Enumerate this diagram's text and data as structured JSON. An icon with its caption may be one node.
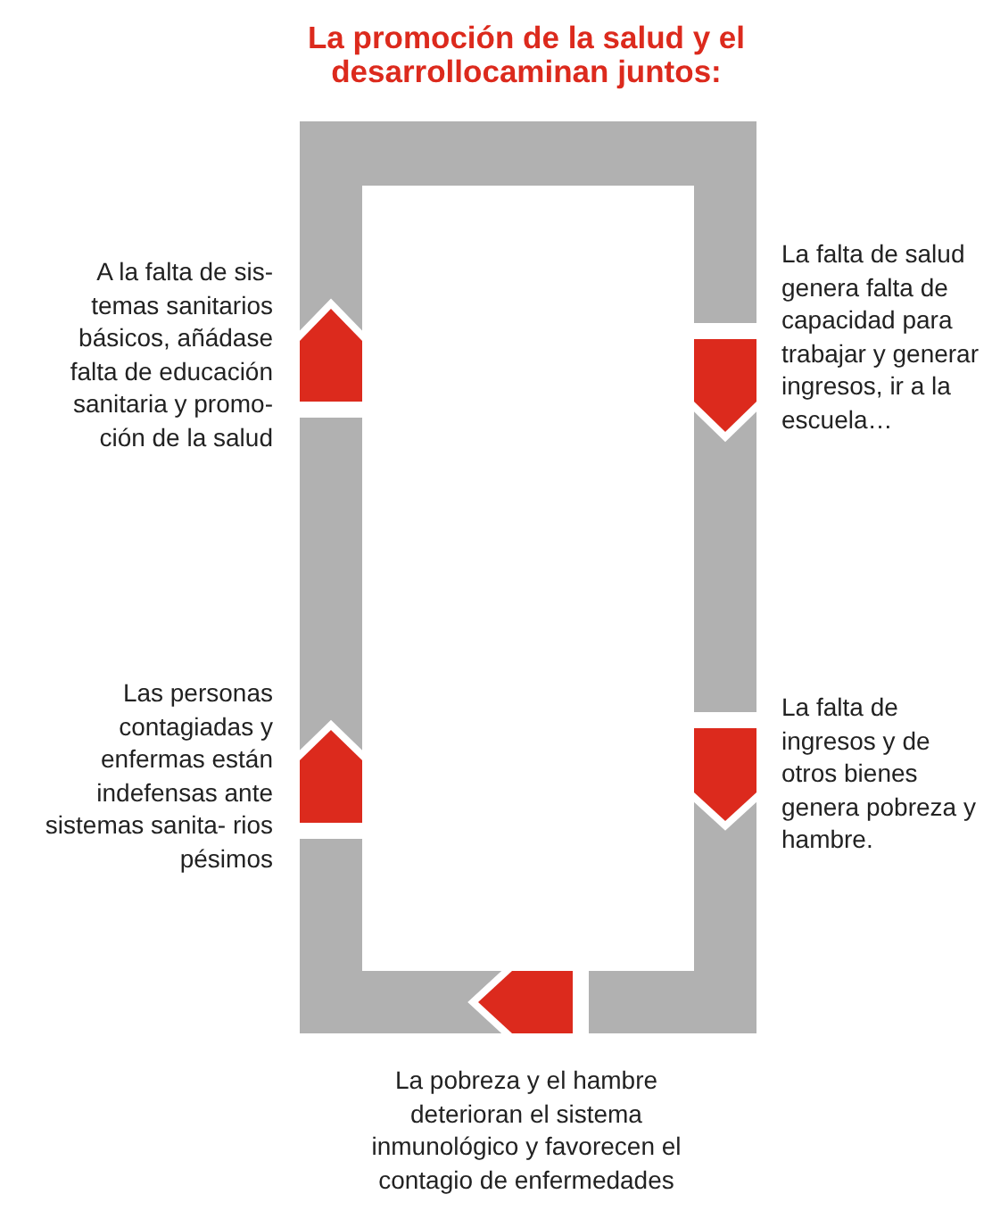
{
  "diagram": {
    "title": "La promoción de la salud y el desarrollocaminan juntos:",
    "nodes": [
      {
        "text": [
          "A la falta de sis- temas sanitarios básicos, añádase falta de educación sanitaria y promo- ción de la salud"
        ]
      },
      {
        "text": [
          "La falta de salud genera falta de capacidad para trabajar y generar ingresos, ir a la escuela…"
        ]
      },
      {
        "text": [
          "Las personas contagiadas y enfermas están indefensas ante sistemas sanita- rios pésimos"
        ]
      },
      {
        "text": [
          "La falta de ingresos y de otros bienes genera pobreza y hambre."
        ]
      },
      {
        "text": [
          "La pobreza y el hambre deterioran el sistema inmunológico y favorecen el contagio de enfermedades"
        ]
      }
    ]
  }
}
